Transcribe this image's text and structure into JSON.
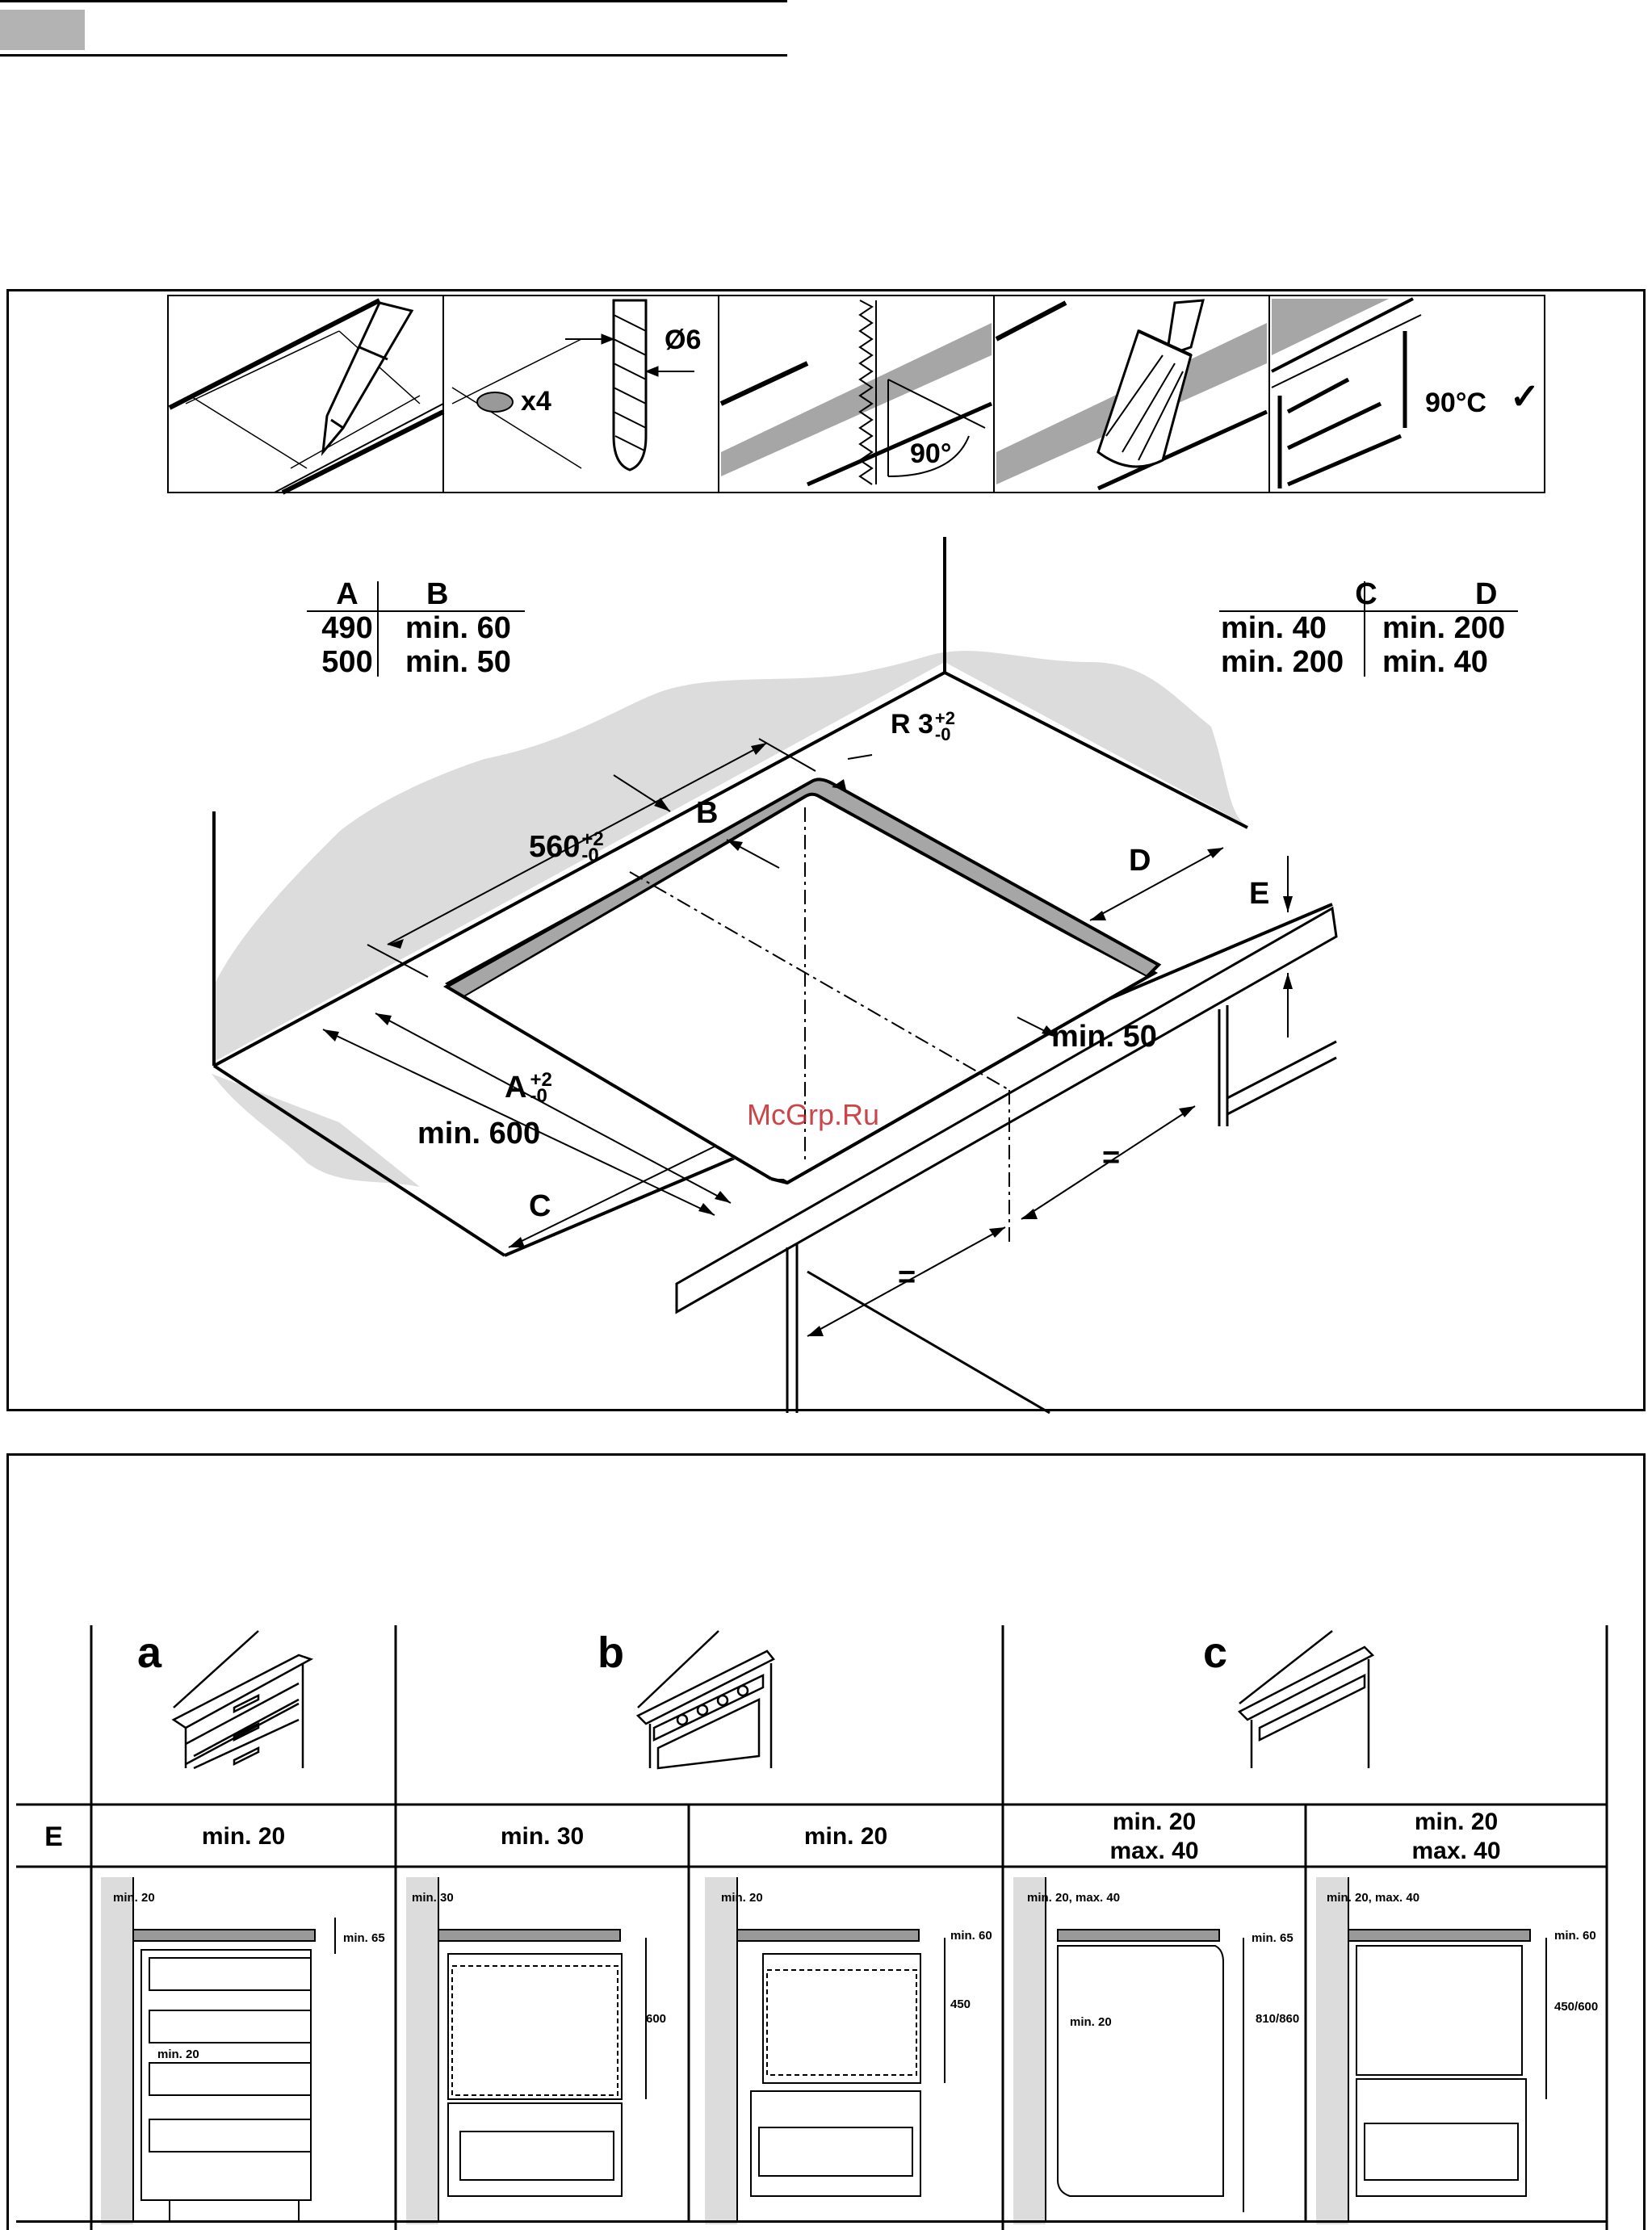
{
  "steps": [
    {
      "id": "mark",
      "icon": "pencil-icon"
    },
    {
      "id": "drill",
      "count_label": "x4",
      "diameter_label": "Ø6",
      "icon": "drill-bit-icon"
    },
    {
      "id": "saw",
      "angle_label": "90°",
      "icon": "jigsaw-icon"
    },
    {
      "id": "seal",
      "icon": "brush-icon"
    },
    {
      "id": "heat",
      "temp_label": "90°C",
      "check": "✓"
    }
  ],
  "table_ab": {
    "headers": [
      "A",
      "B"
    ],
    "rows": [
      [
        "490",
        "min. 60"
      ],
      [
        "500",
        "min. 50"
      ]
    ]
  },
  "table_cd": {
    "headers": [
      "C",
      "D"
    ],
    "rows": [
      [
        "min. 40",
        "min. 200"
      ],
      [
        "min. 200",
        "min. 40"
      ]
    ]
  },
  "cutout": {
    "radius_label": "R 3",
    "radius_tol_plus": "+2",
    "radius_tol_minus": "-0",
    "width_label": "560",
    "width_tol_plus": "+2",
    "width_tol_minus": "-0",
    "depth_label": "A",
    "depth_tol_plus": "+2",
    "depth_tol_minus": "-0",
    "worktop_label": "min. 600",
    "front_label": "min. 50",
    "label_b": "B",
    "label_c": "C",
    "label_d": "D",
    "label_e": "E",
    "equal_1": "=",
    "equal_2": "="
  },
  "watermark": "McGrp.Ru",
  "install_table": {
    "columns": [
      {
        "letter": "a"
      },
      {
        "letter": "b"
      },
      {
        "letter": "c"
      }
    ],
    "row_label": "E",
    "e_values": [
      "min. 20",
      "min. 30",
      "min. 20",
      "min. 20\nmax. 40",
      "min. 20\nmax. 40"
    ],
    "details": [
      {
        "top": "min. 20",
        "side": "min. 65",
        "gap": "min. 20"
      },
      {
        "top": "min. 30",
        "height": "600"
      },
      {
        "top": "min. 20",
        "side": "min. 60",
        "height": "450"
      },
      {
        "top": "min. 20, max. 40",
        "side": "min. 65",
        "gap": "min. 20",
        "height": "810/860"
      },
      {
        "top": "min. 20, max. 40",
        "side": "min. 60",
        "height": "450/600"
      }
    ]
  }
}
